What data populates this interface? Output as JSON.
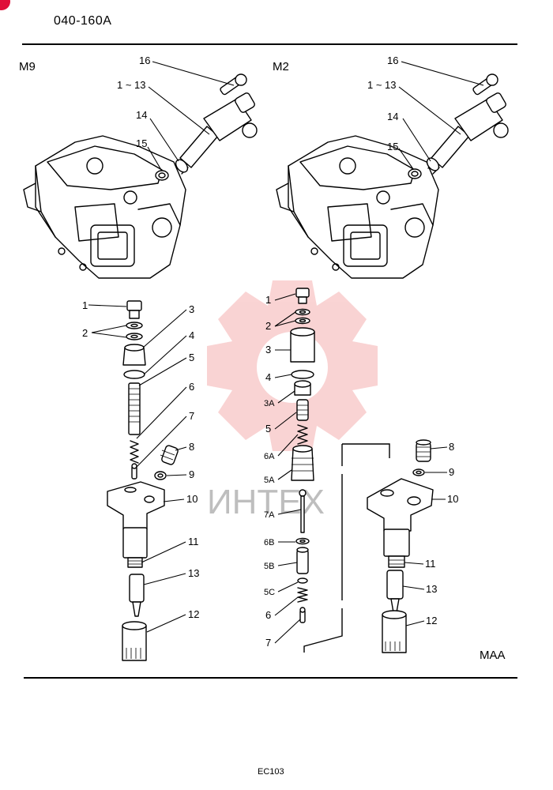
{
  "header": {
    "code": "040-160A"
  },
  "sections": {
    "left": "M9",
    "right": "M2"
  },
  "watermark": {
    "text": "ИНТЕХ",
    "color": "#e63a3a"
  },
  "badge": {
    "color": "#e0103a"
  },
  "labels": {
    "tl16": "16",
    "tl113": "1 ~ 13",
    "tl14": "14",
    "tl15": "15",
    "tr16": "16",
    "tr113": "1 ~ 13",
    "tr14": "14",
    "tr15": "15",
    "l1": "1",
    "l2": "2",
    "l3": "3",
    "l4": "4",
    "l5": "5",
    "l6": "6",
    "l7": "7",
    "l8": "8",
    "l9": "9",
    "l10": "10",
    "l11": "11",
    "l13": "13",
    "l12": "12",
    "c1": "1",
    "c2": "2",
    "c3": "3",
    "c4": "4",
    "c3a": "3A",
    "c5": "5",
    "c6a": "6A",
    "c5a": "5A",
    "c7a": "7A",
    "c6b": "6B",
    "c5b": "5B",
    "c5c": "5C",
    "c6": "6",
    "c7": "7",
    "r8": "8",
    "r9": "9",
    "r10": "10",
    "r11": "11",
    "r13": "13",
    "r12": "12"
  },
  "footer": {
    "model": "MAA",
    "page_code": "EC103"
  }
}
